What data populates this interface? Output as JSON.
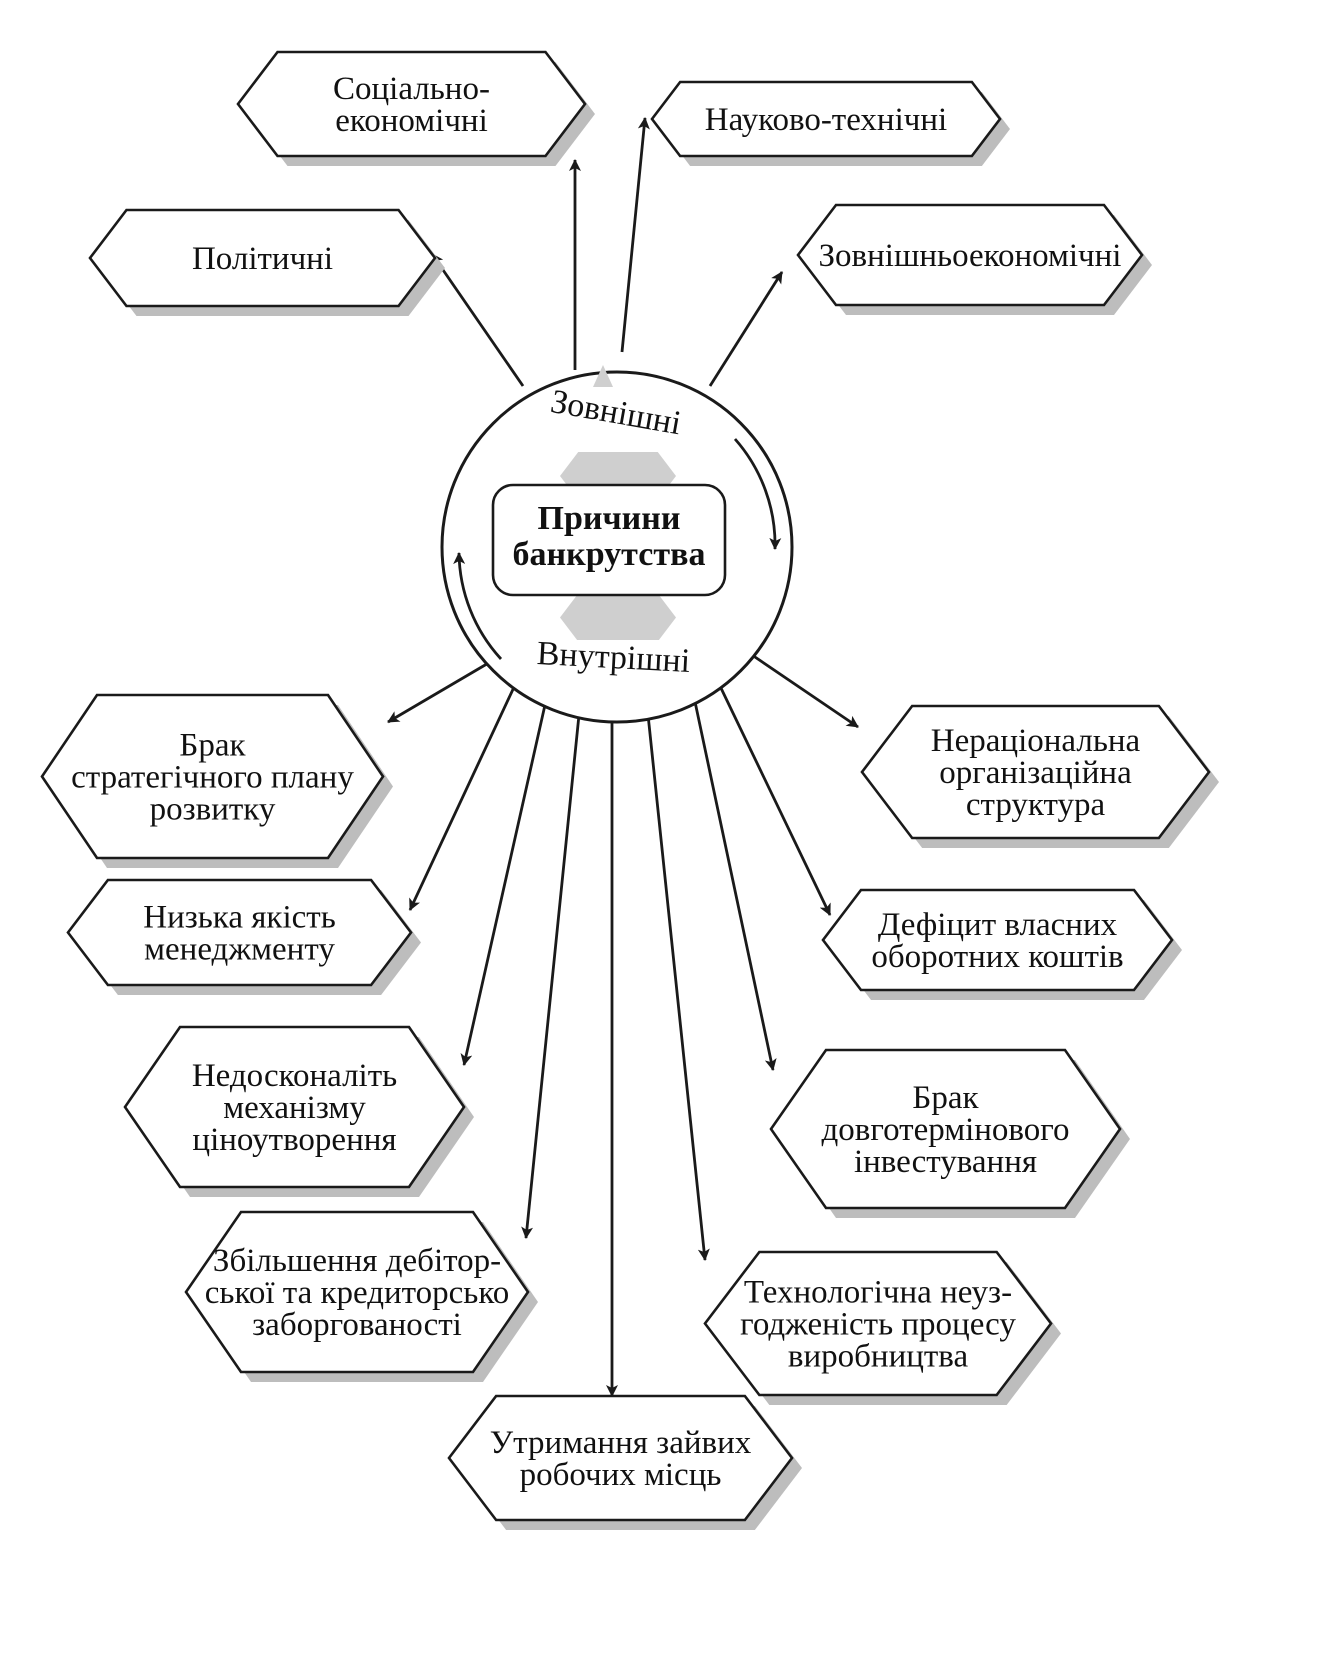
{
  "center": {
    "title_line1": "Причини",
    "title_line2": "банкрутства",
    "external_label": "Зовнішні",
    "internal_label": "Внутрішні"
  },
  "external_factors": [
    {
      "id": "socio-economic",
      "lines": [
        "Соціально-",
        "економічні"
      ]
    },
    {
      "id": "scientific-technical",
      "lines": [
        "Науково-технічні"
      ]
    },
    {
      "id": "political",
      "lines": [
        "Політичні"
      ]
    },
    {
      "id": "foreign-economic",
      "lines": [
        "Зовнішньоекономічні"
      ]
    }
  ],
  "internal_factors": [
    {
      "id": "no-strategic-plan",
      "lines": [
        "Брак",
        "стратегічного плану",
        "розвитку"
      ]
    },
    {
      "id": "irrational-structure",
      "lines": [
        "Нераціональна",
        "організаційна",
        "структура"
      ]
    },
    {
      "id": "low-management-quality",
      "lines": [
        "Низька якість",
        "менеджменту"
      ]
    },
    {
      "id": "working-capital-deficit",
      "lines": [
        "Дефіцит власних",
        "оборотних коштів"
      ]
    },
    {
      "id": "imperfect-pricing",
      "lines": [
        "Недосконаліть",
        "механізму",
        "ціноутворення"
      ]
    },
    {
      "id": "no-long-term-investment",
      "lines": [
        "Брак",
        "довготермінового",
        "інвестування"
      ]
    },
    {
      "id": "receivables-payables-growth",
      "lines": [
        "Збільшення дебітор-",
        "ської та кредиторсько",
        "заборгованості"
      ]
    },
    {
      "id": "technological-mismatch",
      "lines": [
        "Технологічна неуз-",
        "годженість процесу",
        "виробництва"
      ]
    },
    {
      "id": "excess-jobs",
      "lines": [
        "Утримання зайвих",
        "робочих місць"
      ]
    }
  ]
}
